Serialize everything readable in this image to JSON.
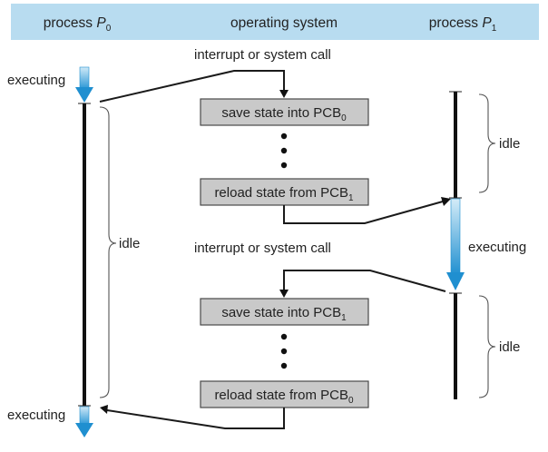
{
  "header": {
    "col_left": {
      "prefix": "process ",
      "symbol": "P",
      "sub": "0"
    },
    "col_middle": "operating system",
    "col_right": {
      "prefix": "process ",
      "symbol": "P",
      "sub": "1"
    },
    "band_color": "#b8dcf0"
  },
  "labels": {
    "interrupt_top": "interrupt or system call",
    "interrupt_middle": "interrupt or system call",
    "executing_left_top": "executing",
    "executing_left_bottom": "executing",
    "executing_right": "executing",
    "idle_left": "idle",
    "idle_right_top": "idle",
    "idle_right_bottom": "idle"
  },
  "boxes": {
    "save_pcb0": {
      "text": "save state into PCB",
      "sub": "0"
    },
    "reload_pcb1": {
      "text": "reload state from PCB",
      "sub": "1"
    },
    "save_pcb1": {
      "text": "save state into PCB",
      "sub": "1"
    },
    "reload_pcb0": {
      "text": "reload state from PCB",
      "sub": "0"
    }
  },
  "colors": {
    "exec_light": "#bfe2f5",
    "exec_dark": "#1f8fd0",
    "box_fill": "#c9c9c9",
    "line": "#1a1a1a"
  }
}
